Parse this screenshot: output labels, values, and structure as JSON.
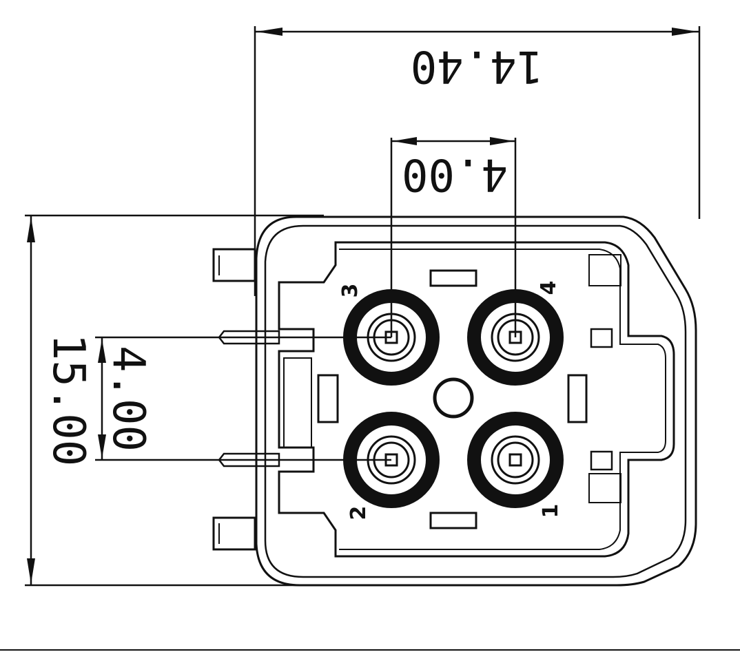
{
  "drawing": {
    "dimensions": {
      "overall_width": "14.40",
      "pin_pitch_horizontal": "4.00",
      "pin_pitch_vertical": "4.00",
      "overall_height": "15.00"
    },
    "pins": {
      "top_left": "3",
      "top_right": "4",
      "bottom_left": "2",
      "bottom_right": "1"
    }
  }
}
